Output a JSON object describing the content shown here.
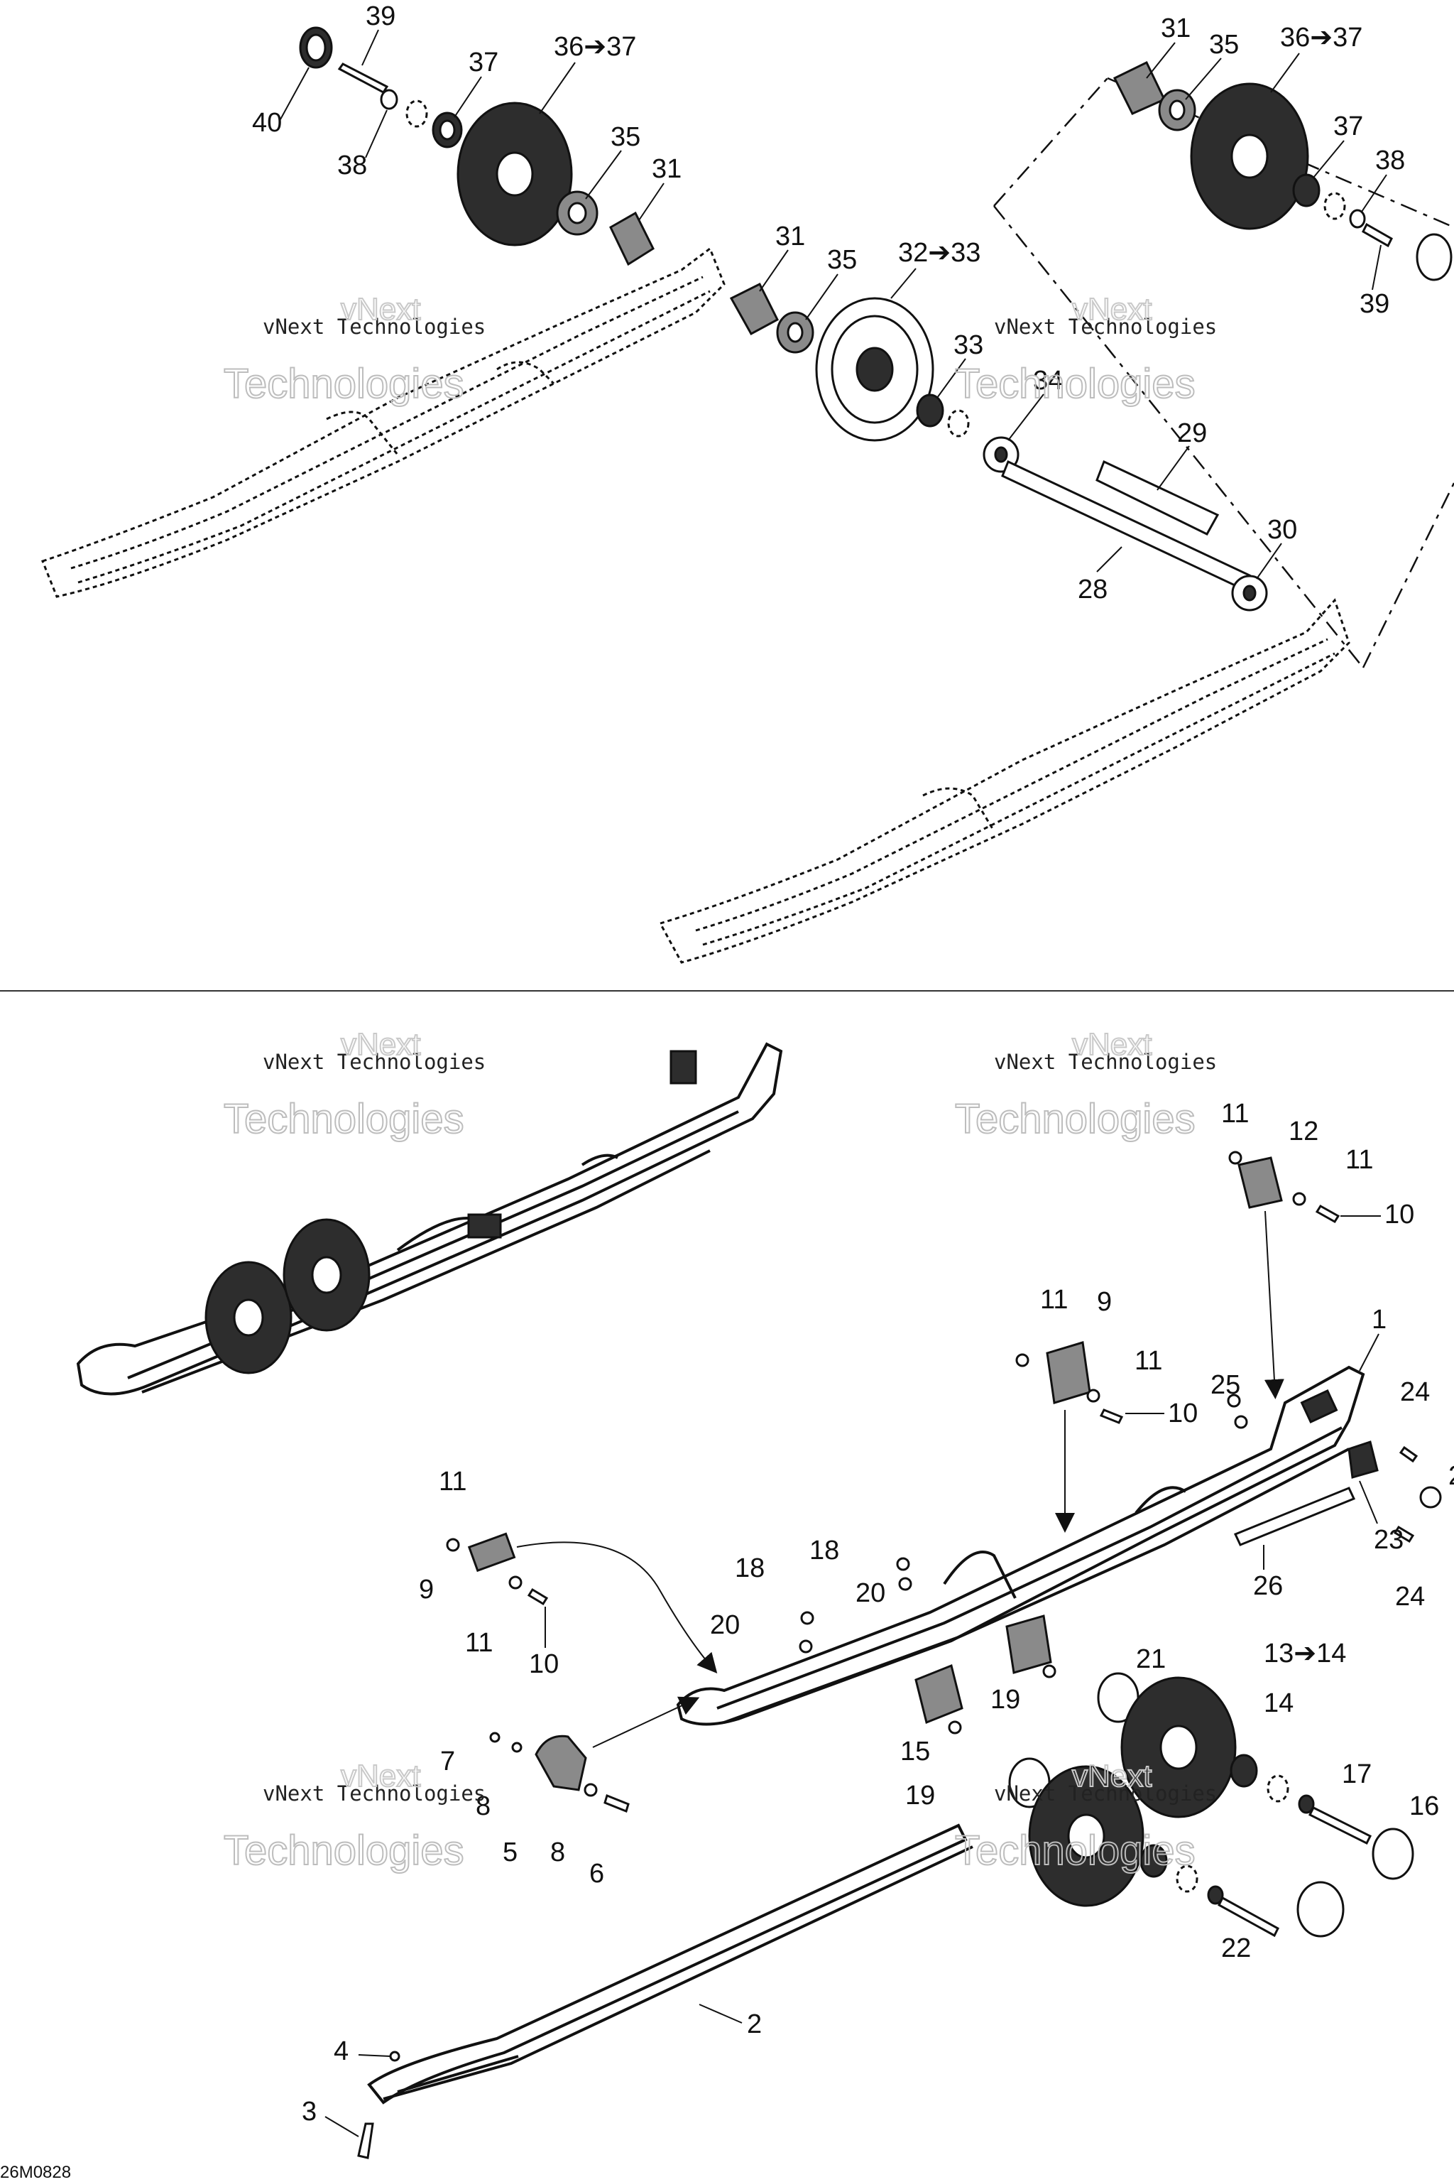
{
  "drawing_code": "26M0828",
  "watermark": {
    "line1": "vNext Technologies",
    "line2a": "vNext",
    "line2b": "Technologies"
  },
  "callouts": {
    "c1": "1",
    "c2": "2",
    "c3": "3",
    "c4": "4",
    "c5": "5",
    "c6": "6",
    "c7": "7",
    "c8": "8",
    "c9": "9",
    "c10": "10",
    "c11": "11",
    "c12": "12",
    "c13_14": "13➔14",
    "c14": "14",
    "c15": "15",
    "c16": "16",
    "c17": "17",
    "c18": "18",
    "c19": "19",
    "c20": "20",
    "c21": "21",
    "c22": "22",
    "c23": "23",
    "c24": "24",
    "c25": "25",
    "c26": "26",
    "c28": "28",
    "c29": "29",
    "c30": "30",
    "c31": "31",
    "c32_33": "32➔33",
    "c33": "33",
    "c34": "34",
    "c35": "35",
    "c36_37": "36➔37",
    "c37": "37",
    "c38": "38",
    "c39": "39",
    "c40": "40",
    "c2cut": "2"
  }
}
